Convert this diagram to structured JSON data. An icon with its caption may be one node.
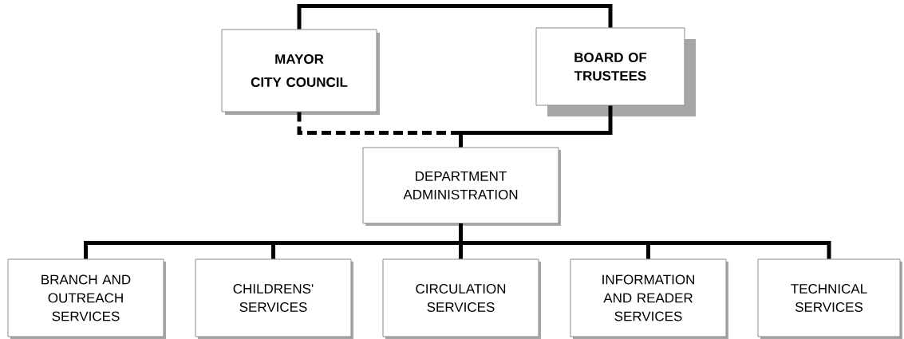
{
  "diagram": {
    "nodes": [
      {
        "text": [
          "MAYOR",
          "CITY COUNCIL"
        ]
      },
      {
        "text": [
          "BOARD OF TRUSTEES"
        ]
      },
      {
        "text": [
          "DEPARTMENT ADMINISTRATION"
        ]
      },
      {
        "text": [
          "BRANCH AND OUTREACH SERVICES"
        ]
      },
      {
        "text": [
          "CHILDRENS' SERVICES"
        ]
      },
      {
        "text": [
          "CIRCULATION SERVICES"
        ]
      },
      {
        "text": [
          "INFORMATION AND READER SERVICES"
        ]
      },
      {
        "text": [
          "TECHNICAL SERVICES"
        ]
      }
    ],
    "edges": [
      {
        "from": 0,
        "to": 1,
        "arrow": "none"
      },
      {
        "from": 0,
        "to": 2,
        "arrow": "none",
        "style": "dashed"
      },
      {
        "from": 1,
        "to": 2,
        "arrow": "none"
      },
      {
        "from": 2,
        "to": 3,
        "arrow": "none"
      },
      {
        "from": 2,
        "to": 4,
        "arrow": "none"
      },
      {
        "from": 2,
        "to": 5,
        "arrow": "none"
      },
      {
        "from": 2,
        "to": 6,
        "arrow": "none"
      },
      {
        "from": 2,
        "to": 7,
        "arrow": "none"
      }
    ]
  }
}
